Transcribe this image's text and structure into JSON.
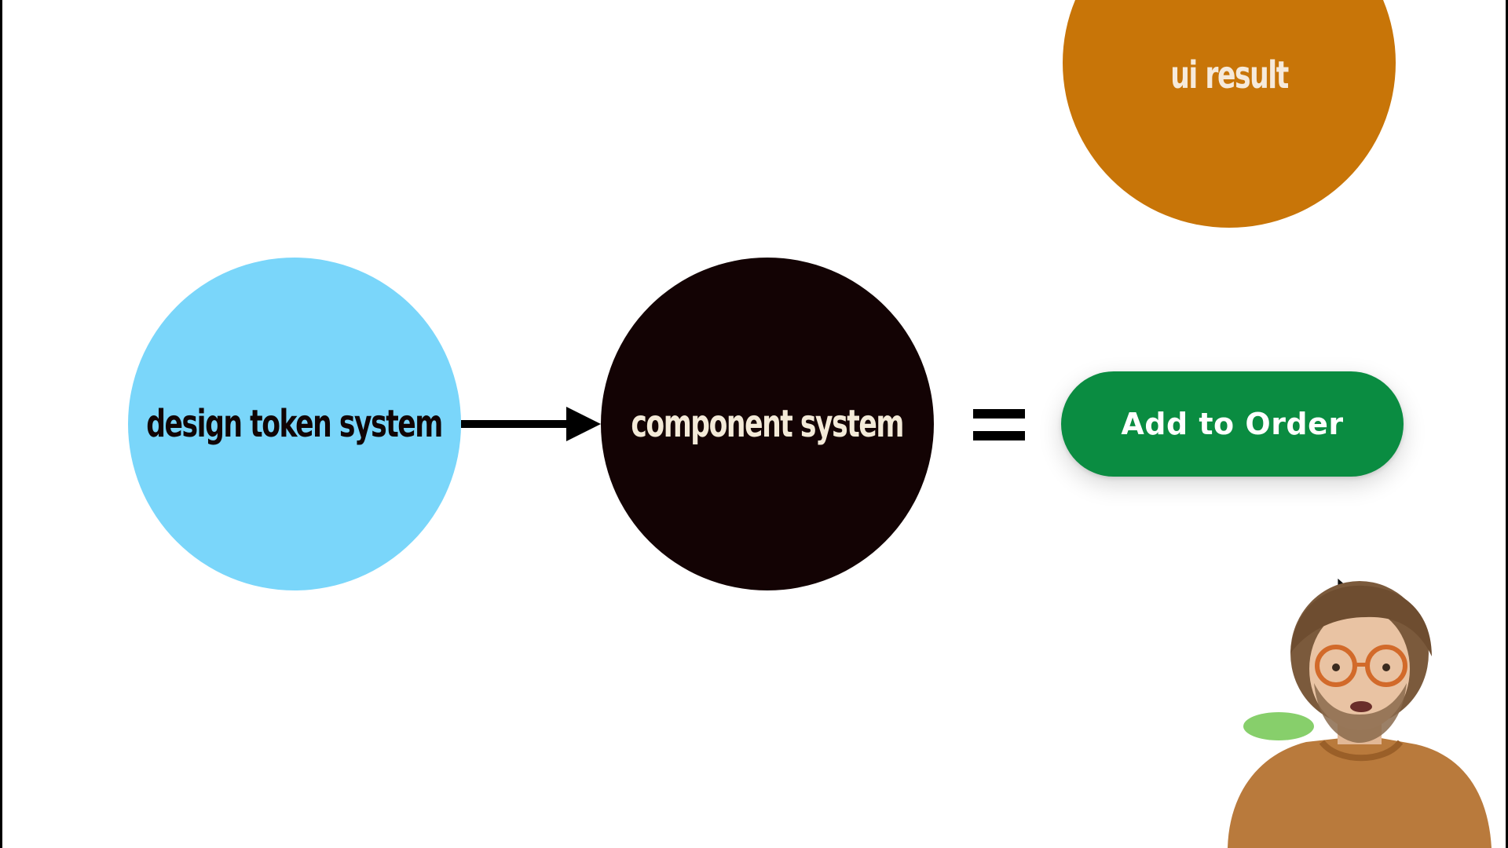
{
  "diagram": {
    "nodes": {
      "tokens": "design token system",
      "components": "component system",
      "result": "ui result"
    },
    "operator": "=",
    "result_button_label": "Add to Order"
  },
  "colors": {
    "tokens_fill": "#7ad6fa",
    "components_fill": "#130304",
    "result_fill": "#c87508",
    "button_fill": "#0a8c41",
    "arrow": "#000000"
  },
  "icons": {
    "arrow": "arrow-right-icon",
    "cursor": "mouse-cursor-icon"
  }
}
